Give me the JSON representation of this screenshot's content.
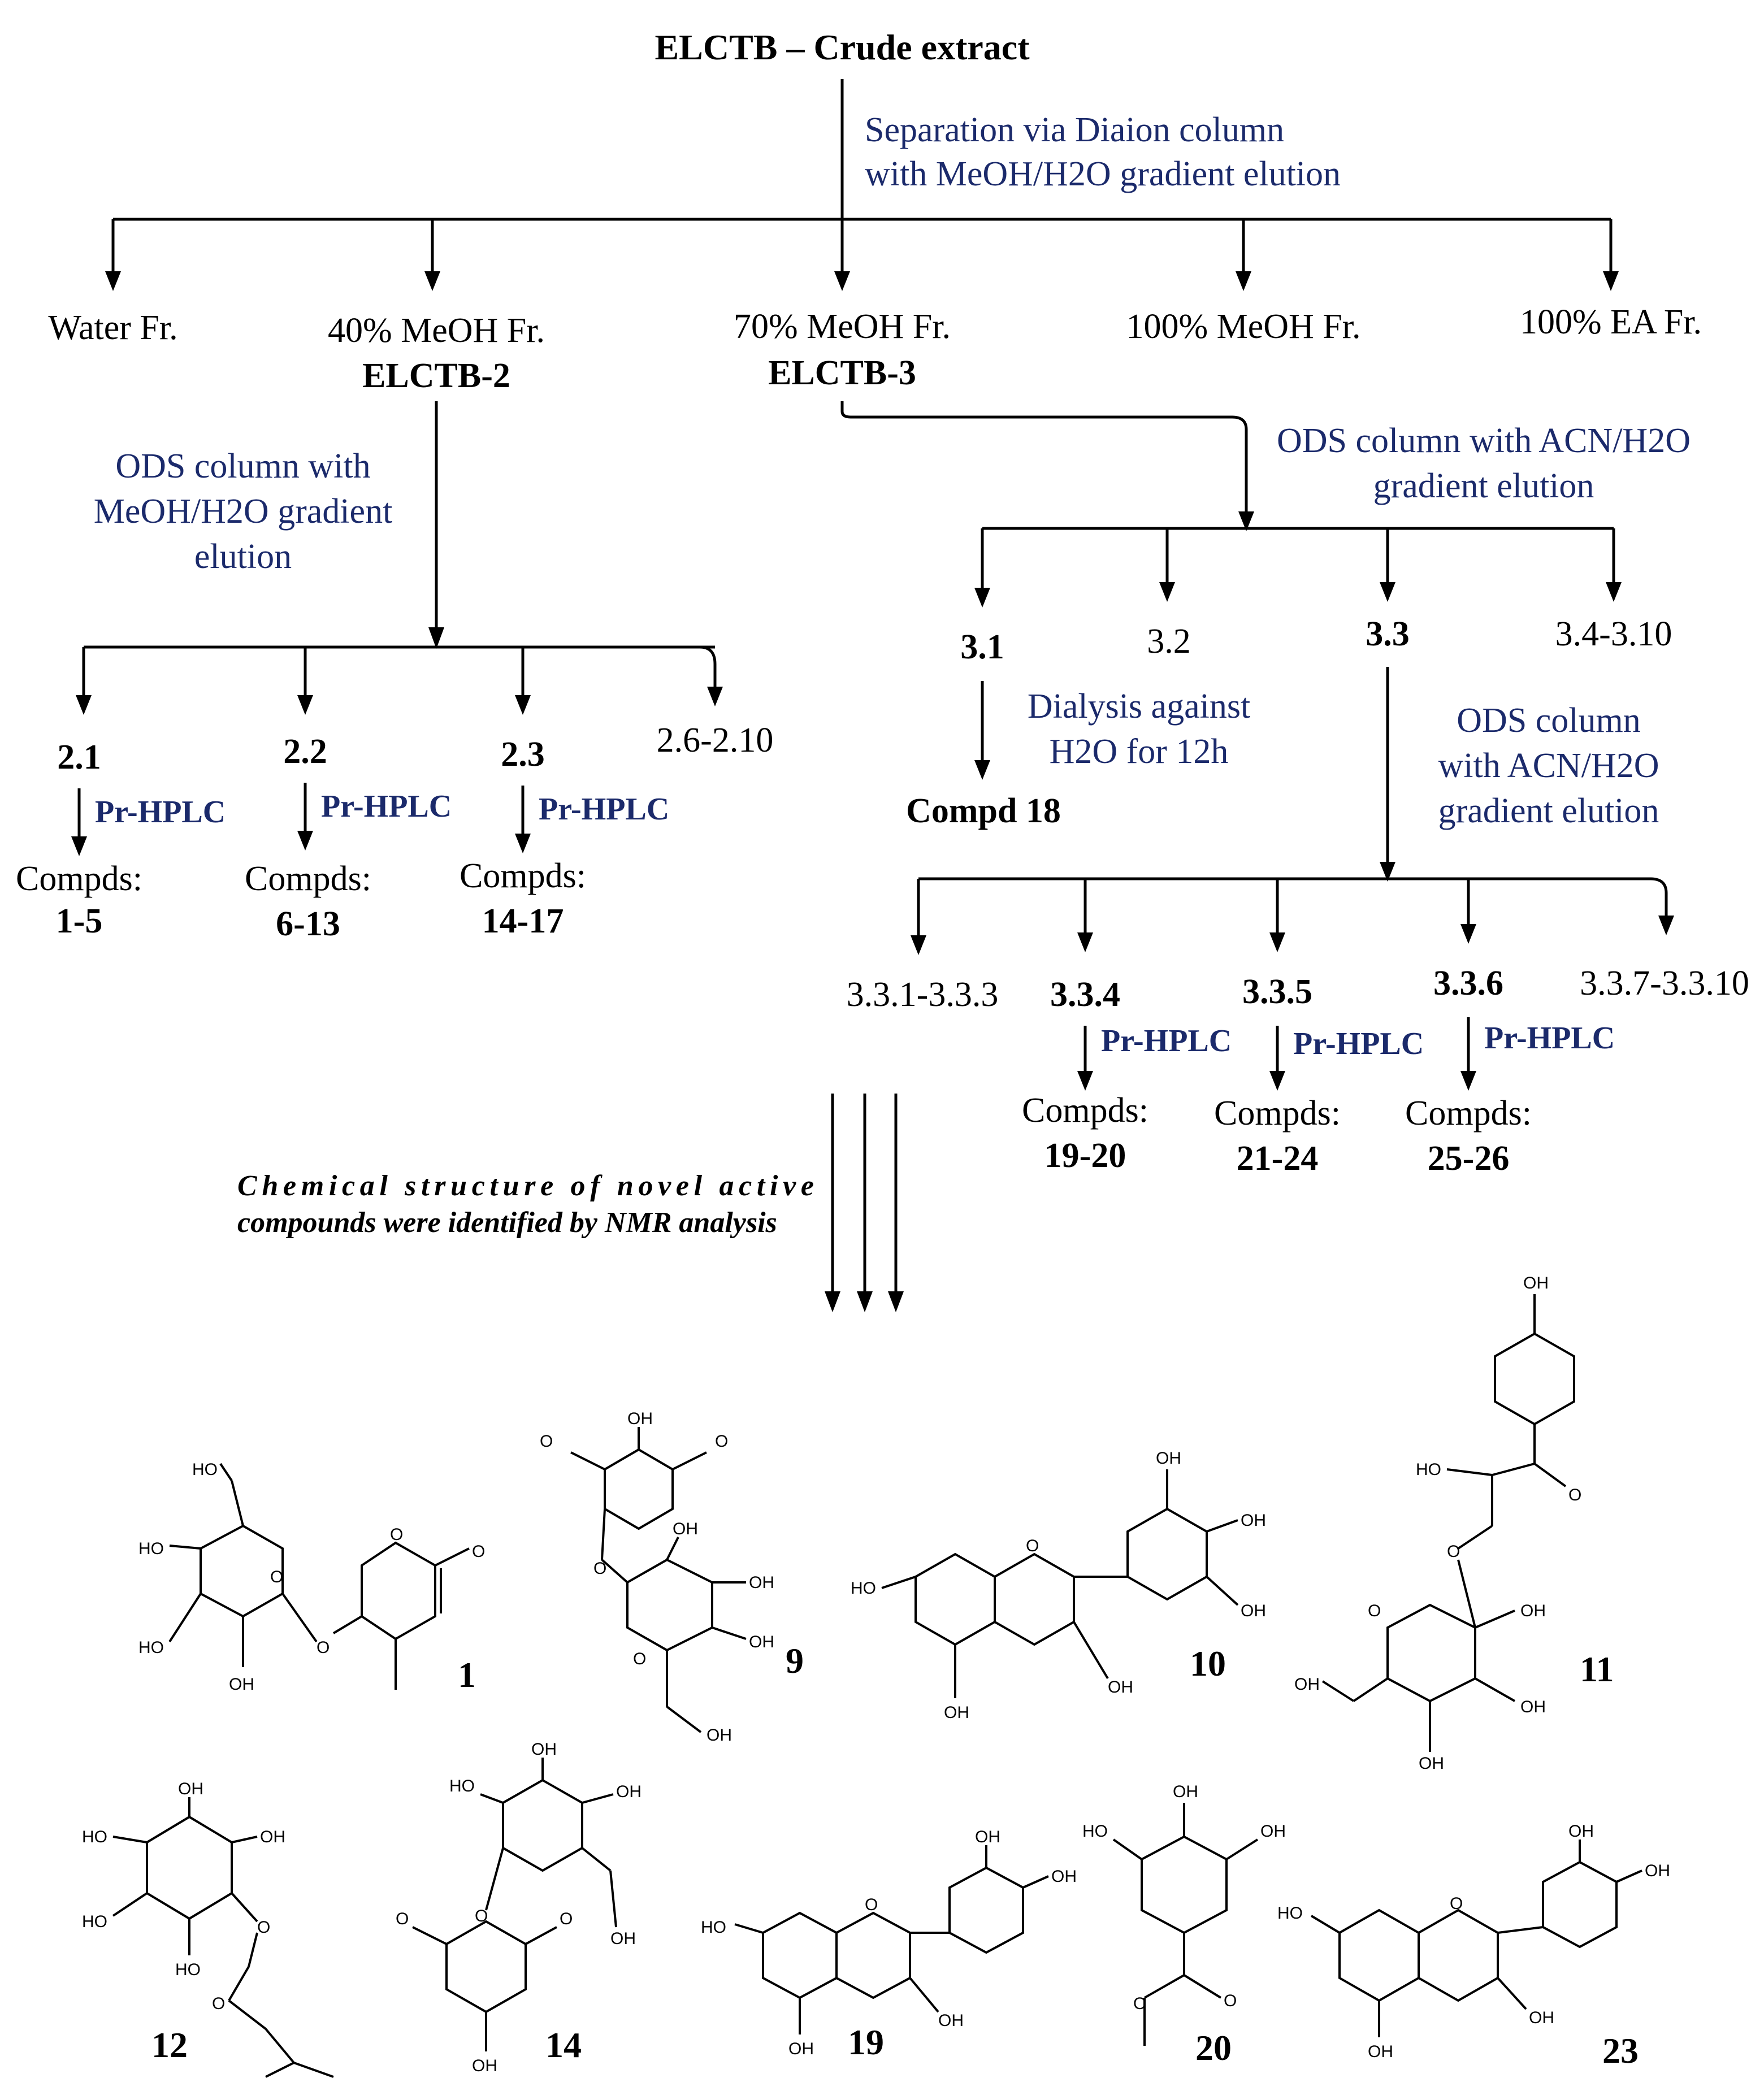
{
  "root": "ELCTB – Crude extract",
  "step1_note": [
    "Separation via Diaion column",
    "with MeOH/H2O gradient elution"
  ],
  "fractions": {
    "water": "Water Fr.",
    "meoh40": "40% MeOH Fr.",
    "meoh40_code": "ELCTB-2",
    "meoh70": "70% MeOH Fr.",
    "meoh70_code": "ELCTB-3",
    "meoh100": "100% MeOH Fr.",
    "ea100": "100% EA Fr."
  },
  "left_note": [
    "ODS column with",
    "MeOH/H2O gradient",
    "elution"
  ],
  "right_note": [
    "ODS column with ACN/H2O",
    "gradient elution"
  ],
  "sub2": {
    "f21": "2.1",
    "f22": "2.2",
    "f23": "2.3",
    "f26": "2.6-2.10",
    "method": "Pr-HPLC",
    "compds_label": "Compds:",
    "c21": "1-5",
    "c22": "6-13",
    "c23": "14-17"
  },
  "sub3": {
    "f31": "3.1",
    "f32": "3.2",
    "f33": "3.3",
    "f34": "3.4-3.10",
    "dialysis": [
      "Dialysis against",
      "H2O for 12h"
    ],
    "compd18": "Compd 18",
    "ods33": [
      "ODS column",
      "with ACN/H2O",
      "gradient elution"
    ]
  },
  "sub33": {
    "a": "3.3.1-3.3.3",
    "b": "3.3.4",
    "c": "3.3.5",
    "d": "3.3.6",
    "e": "3.3.7-3.3.10",
    "method": "Pr-HPLC",
    "compds_label": "Compds:",
    "cb": "19-20",
    "cc": "21-24",
    "cd": "25-26"
  },
  "nmr_note": [
    "Chemical structure of novel active",
    "compounds were identified by NMR analysis"
  ],
  "structures": {
    "labels": [
      "1",
      "9",
      "10",
      "11",
      "12",
      "14",
      "19",
      "20",
      "23"
    ],
    "oh": "OH",
    "ho": "HO"
  }
}
